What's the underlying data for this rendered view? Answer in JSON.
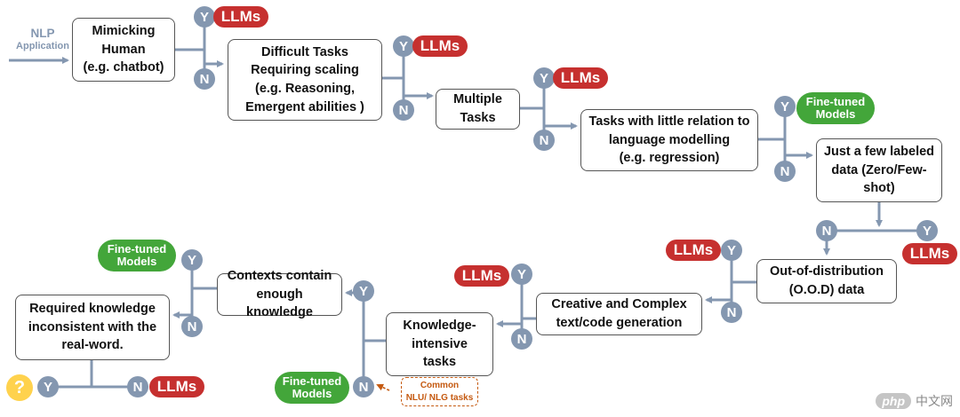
{
  "start": {
    "line1": "NLP",
    "line2": "Application"
  },
  "boxes": {
    "b1": "Mimicking\nHuman\n(e.g. chatbot)",
    "b2": "Difficult Tasks\nRequiring  scaling\n(e.g. Reasoning,\nEmergent abilities )",
    "b3": "Multiple\nTasks",
    "b4": "Tasks with little relation to\nlanguage modelling\n(e.g. regression)",
    "b5": "Just a few labeled\ndata (Zero/Few-\nshot)",
    "b6": "Out-of-distribution\n(O.O.D) data",
    "b7": "Creative and Complex\ntext/code generation",
    "b8": "Knowledge-\nintensive\ntasks",
    "b9": "Contexts contain\nenough knowledge",
    "b10": "Required knowledge\ninconsistent with the\nreal-word."
  },
  "labels": {
    "yes": "Y",
    "no": "N",
    "llm": "LLMs",
    "finetuned": "Fine-tuned\nModels",
    "unknown": "?"
  },
  "note": {
    "line1": "Common",
    "line2": "NLU/ NLG tasks"
  },
  "watermark": {
    "logo": "php",
    "text": "中文网"
  },
  "colors": {
    "node": "#8497b0",
    "llm": "#c6302f",
    "finetuned": "#43a63a",
    "note": "#c55a11",
    "unknown": "#ffd24d"
  }
}
